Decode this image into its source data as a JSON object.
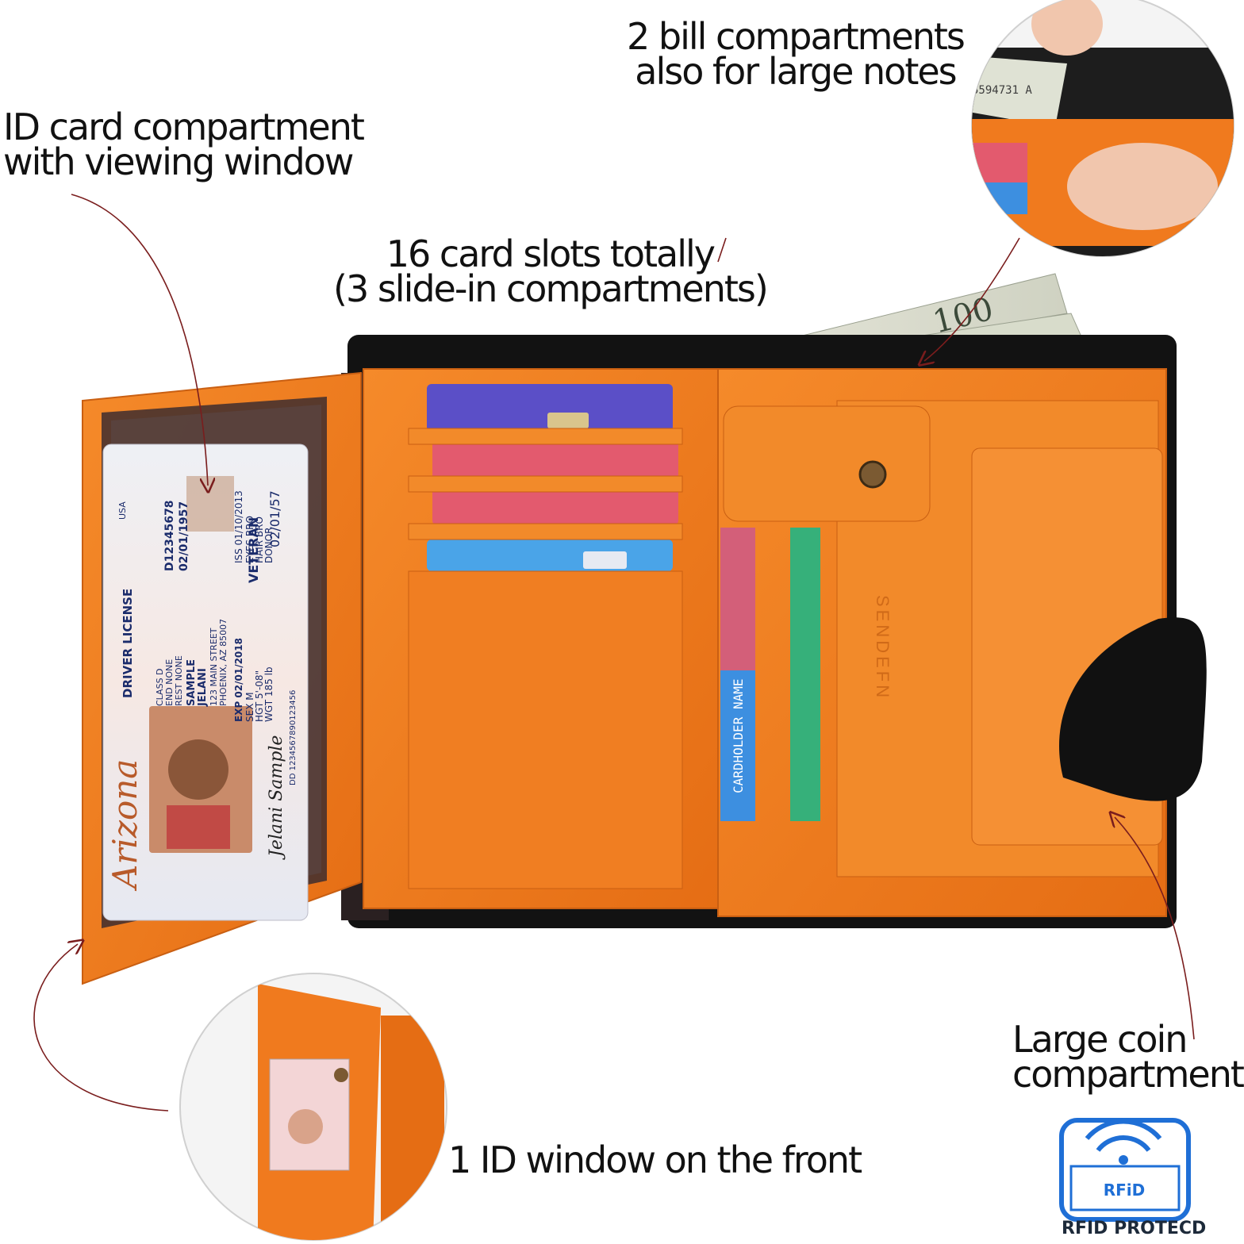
{
  "labels": {
    "id_card": [
      "ID card compartment",
      "with viewing window"
    ],
    "bills": [
      "2 bill compartments",
      "also for large notes"
    ],
    "card_slots": [
      "16 card slots totally",
      "(3 slide-in compartments)"
    ],
    "coin": [
      "Large coin",
      "compartment"
    ],
    "front_window": "1 ID window on the front"
  },
  "badge": {
    "icon": "rfid-shield-icon",
    "word": "RFiD",
    "caption": "RFID PROTECD"
  },
  "license": {
    "state": "Arizona",
    "title": "DRIVER LICENSE",
    "country": "USA",
    "dln": "D12345678",
    "dob": "02/01/1957",
    "class": "CLASS D",
    "end": "END NONE",
    "rest": "REST NONE",
    "name_last": "SAMPLE",
    "name_first": "JELANI",
    "address": "123 MAIN STREET",
    "city": "PHOENIX, AZ 85007",
    "exp": "EXP 02/01/2018",
    "iss": "ISS 01/10/2013",
    "veteran": "VETERAN",
    "side_date": "02/01/57",
    "sex": "SEX M",
    "eyes": "EYES BRO",
    "hgt": "HGT 5'-08\"",
    "hair": "HAIR BRO",
    "wgt": "WGT 185 lb",
    "donor": "DONOR",
    "dd": "DD 1234567890123456",
    "signature": "Jelani Sample"
  },
  "wallet": {
    "cardholder": "CARDHOLDER NAME",
    "brand": "SENDEFN",
    "note_serial": "5594731 A",
    "note_denomination": "100"
  },
  "colors": {
    "leather_orange": "#f07a1e",
    "leather_black": "#111111",
    "arrow": "#7a1d1d",
    "rfid_blue": "#1f6fd6"
  }
}
